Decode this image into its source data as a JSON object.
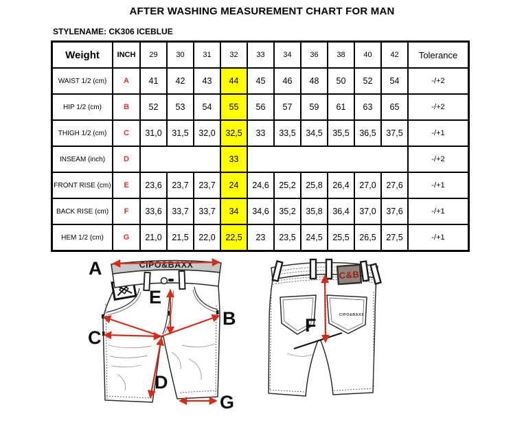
{
  "page": {
    "title": "AFTER WASHING MEASUREMENT CHART FOR MAN",
    "stylename": "STYLENAME: CK306 ICEBLUE"
  },
  "colors": {
    "highlight": "#ffff00",
    "letter_red": "#e02f2f",
    "arrow_red": "#d92b1c",
    "band_grey": "#c8c8c8",
    "patch_bg": "#8e857c",
    "patch_text": "#9e1c12"
  },
  "table": {
    "header": [
      "Weight",
      "INCH",
      "29",
      "30",
      "31",
      "32",
      "33",
      "34",
      "36",
      "38",
      "40",
      "42",
      "Tolerance"
    ],
    "highlight_col": "32",
    "highlight_index": 3,
    "rows": [
      {
        "label": "WAIST 1/2 (cm)",
        "letter": "A",
        "values": [
          "41",
          "42",
          "43",
          "44",
          "45",
          "46",
          "48",
          "50",
          "52",
          "54"
        ],
        "tolerance": "-/+2"
      },
      {
        "label": "HIP 1/2 (cm)",
        "letter": "B",
        "values": [
          "52",
          "53",
          "54",
          "55",
          "56",
          "57",
          "59",
          "61",
          "63",
          "65"
        ],
        "tolerance": "-/+2"
      },
      {
        "label": "THIGH 1/2 (cm)",
        "letter": "C",
        "values": [
          "31,0",
          "31,5",
          "32,0",
          "32,5",
          "33",
          "33,5",
          "34,5",
          "35,5",
          "36,5",
          "37,5"
        ],
        "tolerance": "-/+1"
      },
      {
        "label": "INSEAM (inch)",
        "letter": "D",
        "cells": [
          {
            "text": "",
            "span": 3
          },
          {
            "text": "33",
            "span": 1,
            "highlight": true
          },
          {
            "text": "",
            "span": 6
          }
        ],
        "tolerance": "-/+2"
      },
      {
        "label": "FRONT RISE (cm)",
        "letter": "E",
        "values": [
          "23,6",
          "23,7",
          "23,7",
          "24",
          "24,6",
          "25,2",
          "25,8",
          "26,4",
          "27,0",
          "27,6"
        ],
        "tolerance": "-/+1"
      },
      {
        "label": "BACK RISE (cm)",
        "letter": "F",
        "values": [
          "33,6",
          "33,7",
          "33,7",
          "34",
          "34,6",
          "35,2",
          "35,8",
          "36,4",
          "37,0",
          "37,6"
        ],
        "tolerance": "-/+1"
      },
      {
        "label": "HEM 1/2  (cm)",
        "letter": "G",
        "values": [
          "21,0",
          "21,5",
          "22,0",
          "22,5",
          "23",
          "23,5",
          "24,5",
          "25,5",
          "26,5",
          "27,5"
        ],
        "tolerance": "-/+1"
      }
    ]
  },
  "diagram": {
    "front_brand": "CIPO&BAXX",
    "back_patch_label": "C&B",
    "back_pocket_brand": "CIPO&BAXX",
    "letters": {
      "A": "A",
      "B": "B",
      "C": "C",
      "D": "D",
      "E": "E",
      "F": "F",
      "G": "G"
    }
  }
}
